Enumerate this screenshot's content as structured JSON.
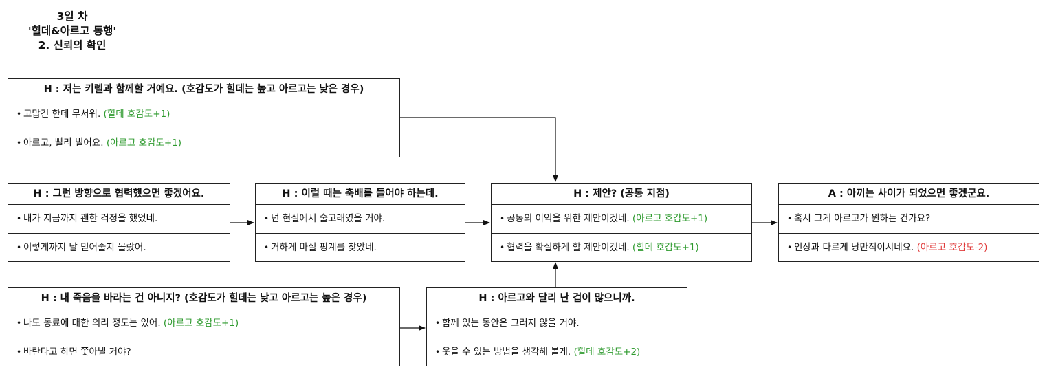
{
  "title": {
    "line1": "3일 차",
    "line2": "'힐데&아르고 동행'",
    "line3": "2. 신뢰의 확인"
  },
  "colors": {
    "positive": "#2e9a2e",
    "negative": "#e03a3a",
    "border": "#222222"
  },
  "boxes": {
    "hilde_high": {
      "header": "H : 저는 키렐과 함께할 거예요. (호감도가 힐데는 높고 아르고는 낮은 경우)",
      "items": [
        {
          "text": "고맙긴 한데 무서워. ",
          "tag": "(힐데 호감도+1)"
        },
        {
          "text": "아르고, 빨리 빌어요. ",
          "tag": "(아르고 호감도+1)"
        }
      ]
    },
    "cooperate": {
      "header": "H : 그런 방향으로 협력했으면 좋겠어요.",
      "items": [
        {
          "text": "내가 지금까지 괜한 걱정을 했었네.",
          "tag": ""
        },
        {
          "text": "이렇게까지 날 믿어줄지 몰랐어.",
          "tag": ""
        }
      ]
    },
    "celebrate": {
      "header": "H : 이럴 때는 축배를 들어야 하는데.",
      "items": [
        {
          "text": "넌 현실에서 술고래였을 거야.",
          "tag": ""
        },
        {
          "text": "거하게 마실 핑계를 찾았네.",
          "tag": ""
        }
      ]
    },
    "proposal": {
      "header": "H : 제안? (공통 지점)",
      "items": [
        {
          "text": "공동의 이익을 위한 제안이겠네. ",
          "tag": "(아르고 호감도+1)"
        },
        {
          "text": "협력을 확실하게 할 제안이겠네. ",
          "tag": "(힐데 호감도+1)"
        }
      ]
    },
    "argo_end": {
      "header": "A : 아끼는 사이가 되었으면 좋겠군요.",
      "items": [
        {
          "text": "혹시 그게 아르고가 원하는 건가요?",
          "tag": ""
        },
        {
          "text": "인상과 다르게 낭만적이시네요. ",
          "tag": "(아르고 호감도-2)"
        }
      ]
    },
    "hilde_low": {
      "header": "H : 내 죽음을 바라는 건 아니지? (호감도가 힐데는 낮고 아르고는 높은 경우)",
      "items": [
        {
          "text": "나도 동료에 대한 의리 정도는 있어. ",
          "tag": "(아르고 호감도+1)"
        },
        {
          "text": "바란다고 하면 쫓아낼 거야?",
          "tag": ""
        }
      ]
    },
    "scared": {
      "header": "H : 아르고와 달리 난 겁이 많으니까.",
      "items": [
        {
          "text": "함께 있는 동안은 그러지 않을 거야.",
          "tag": ""
        },
        {
          "text": "웃을 수 있는 방법을 생각해 볼게. ",
          "tag": "(힐데 호감도+2)"
        }
      ]
    }
  }
}
